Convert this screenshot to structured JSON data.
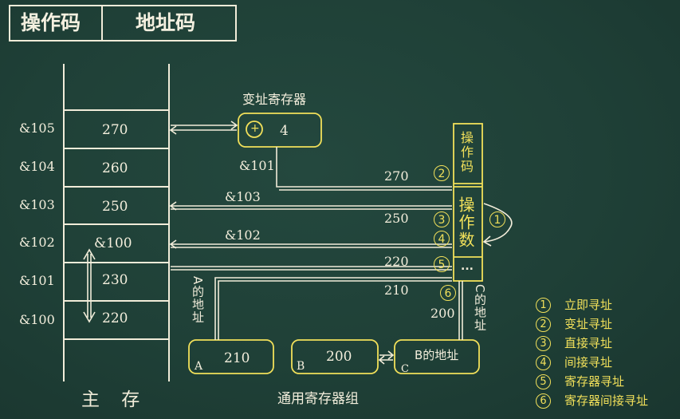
{
  "header": {
    "opcode_label": "操作码",
    "address_label": "地址码"
  },
  "memory": {
    "title": "主 存",
    "rows": [
      {
        "addr": "&105",
        "value": "270"
      },
      {
        "addr": "&104",
        "value": "260"
      },
      {
        "addr": "&103",
        "value": "250"
      },
      {
        "addr": "&102",
        "value": "&100"
      },
      {
        "addr": "&101",
        "value": "230"
      },
      {
        "addr": "&100",
        "value": "220"
      }
    ]
  },
  "index_register": {
    "title": "变址寄存器",
    "plus": "+",
    "value": "4",
    "addr_label": "&101"
  },
  "instruction": {
    "opcode": "操作码",
    "operand": "操作数",
    "more": "..."
  },
  "arrow_values": {
    "v270": "270",
    "a103": "&103",
    "v250": "250",
    "a102": "&102",
    "v220": "220",
    "v210": "210",
    "v200": "200"
  },
  "registers": {
    "title": "通用寄存器组",
    "reg_a": {
      "letter": "A",
      "value": "210"
    },
    "reg_b": {
      "letter": "B",
      "value": "200"
    },
    "reg_c": {
      "letter": "C",
      "value": "B的地址"
    },
    "a_address_label": "A的地址",
    "c_address_label": "C的地址"
  },
  "modes": [
    {
      "num": "1",
      "name": "立即寻址"
    },
    {
      "num": "2",
      "name": "变址寻址"
    },
    {
      "num": "3",
      "name": "直接寻址"
    },
    {
      "num": "4",
      "name": "间接寻址"
    },
    {
      "num": "5",
      "name": "寄存器寻址"
    },
    {
      "num": "6",
      "name": "寄存器间接寻址"
    }
  ],
  "colors": {
    "board": "#1f4037",
    "chalk": "#f1ecd9",
    "yellow": "#f1e05a"
  }
}
